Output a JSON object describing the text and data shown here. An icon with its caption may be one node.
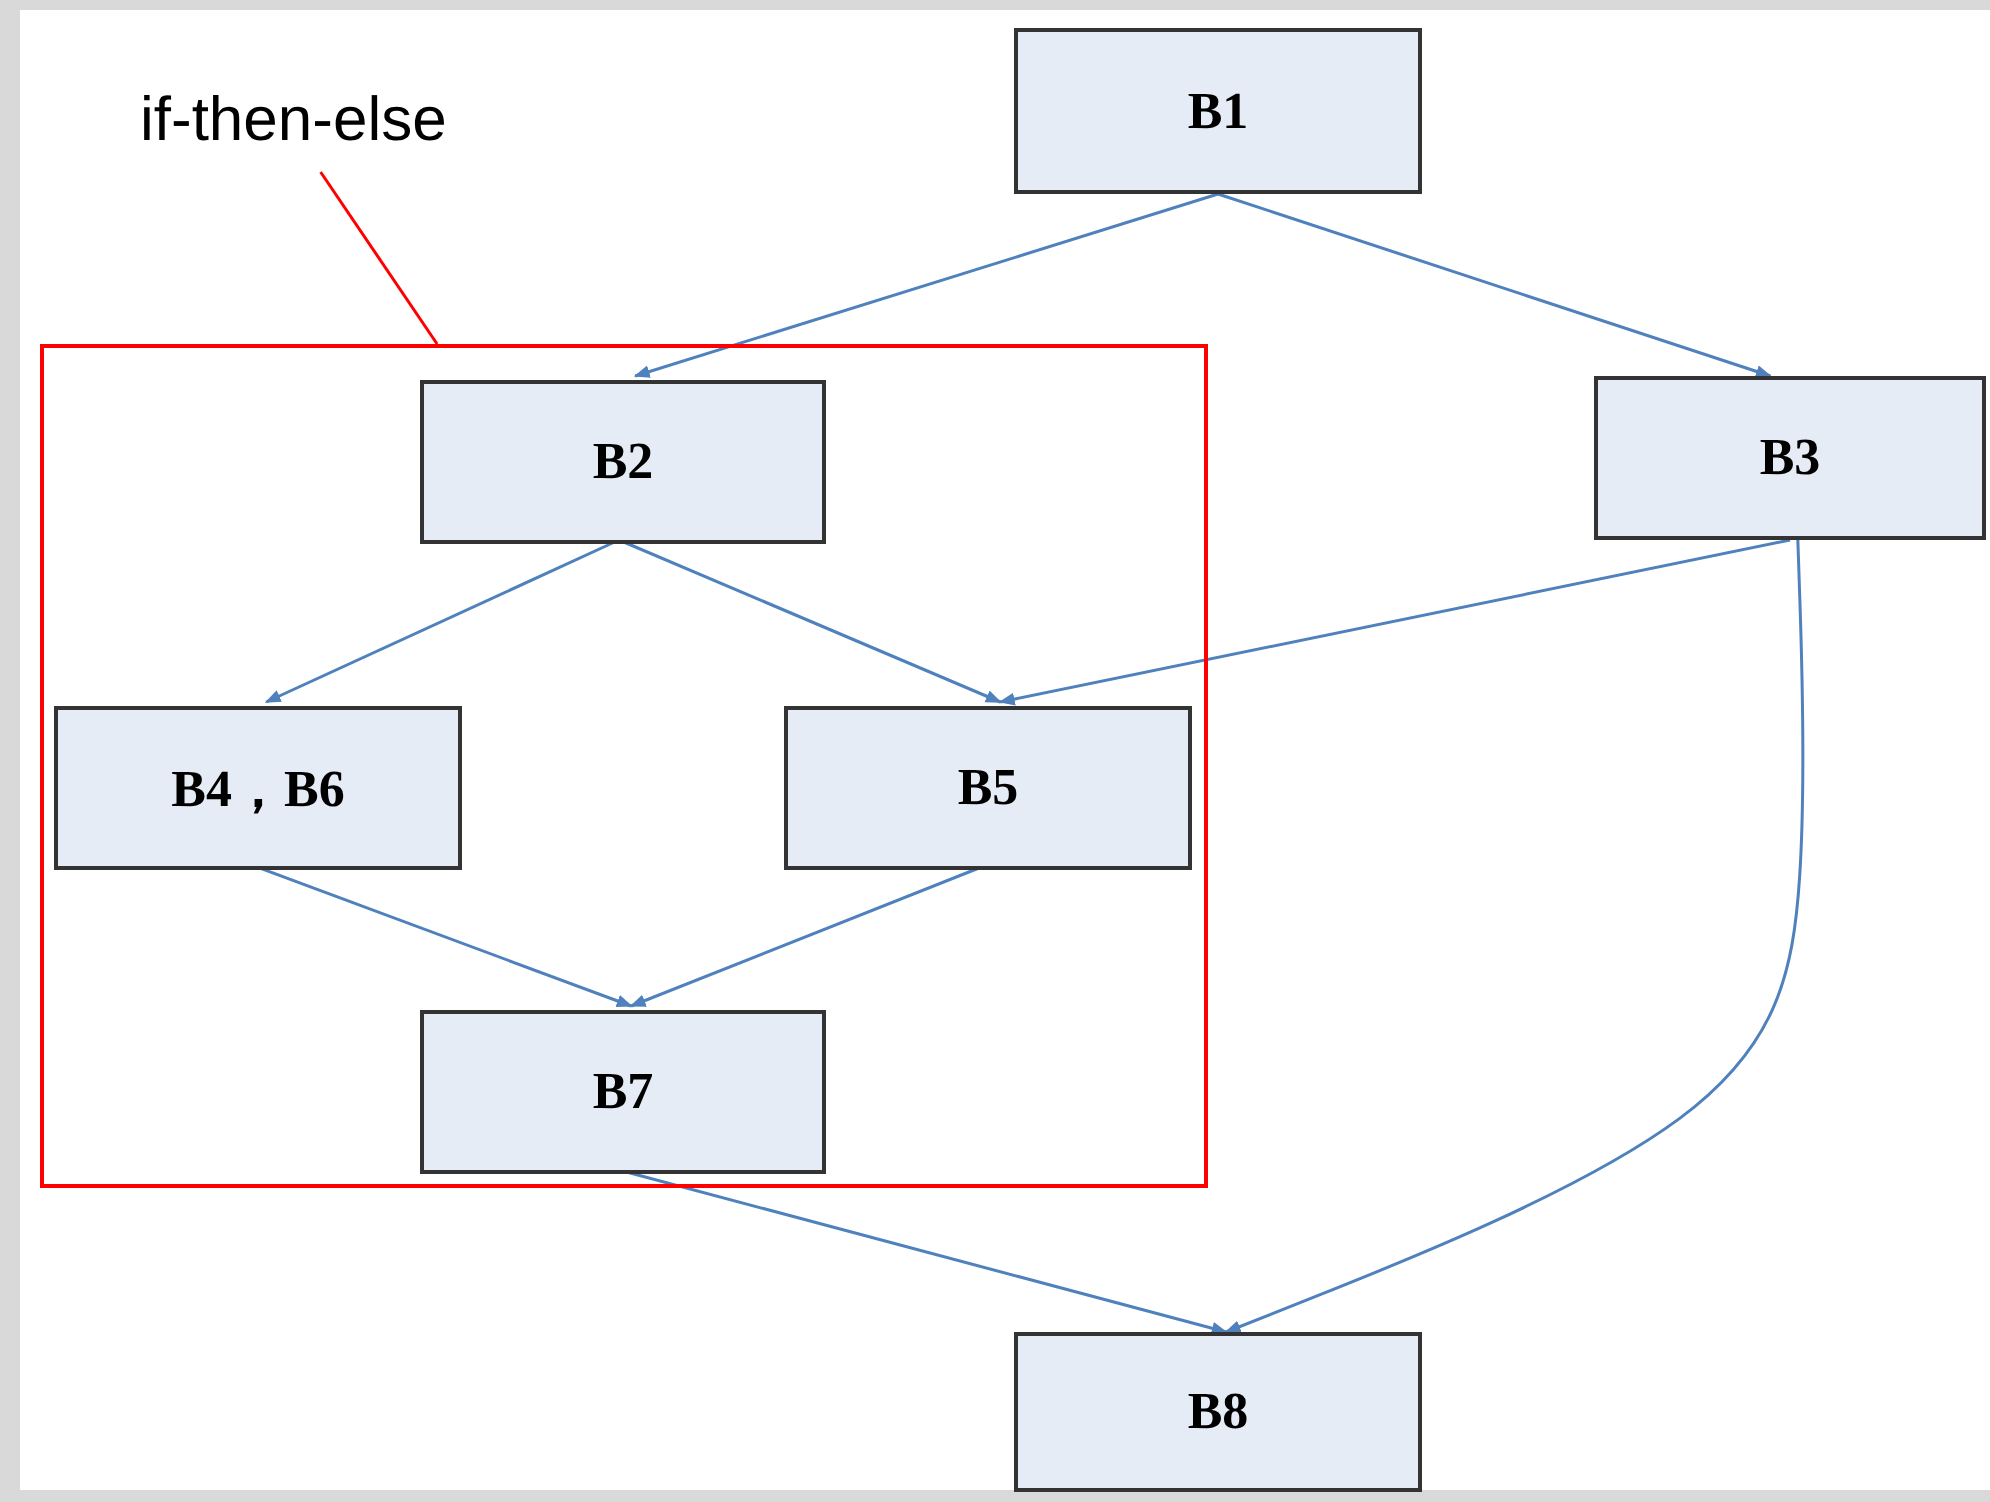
{
  "diagram": {
    "nodes": [
      {
        "text": [
          "B1"
        ]
      },
      {
        "text": [
          "if-then-else"
        ]
      },
      {
        "text": [],
        "shape": "box"
      },
      {
        "text": [
          "B2"
        ],
        "in": 2
      },
      {
        "text": [
          "B3"
        ]
      },
      {
        "text": [
          "B4，B6"
        ],
        "in": 2
      },
      {
        "text": [
          "B5"
        ],
        "in": 2
      },
      {
        "text": [
          "B7"
        ],
        "in": 2
      },
      {
        "text": [
          "B8"
        ]
      }
    ],
    "edges": [
      {
        "from": 0,
        "to": 3,
        "arrow": "to"
      },
      {
        "from": 0,
        "to": 4,
        "arrow": "to"
      },
      {
        "from": 1,
        "to": 2,
        "arrow": "none",
        "color": "#ff0000"
      },
      {
        "from": 3,
        "to": 5,
        "arrow": "to"
      },
      {
        "from": 3,
        "to": 6,
        "arrow": "to"
      },
      {
        "from": 4,
        "to": 6,
        "arrow": "to"
      },
      {
        "from": 4,
        "to": 8,
        "arrow": "to"
      },
      {
        "from": 5,
        "to": 7,
        "arrow": "to"
      },
      {
        "from": 6,
        "to": 7,
        "arrow": "to"
      },
      {
        "from": 7,
        "to": 8,
        "arrow": "to"
      }
    ]
  }
}
